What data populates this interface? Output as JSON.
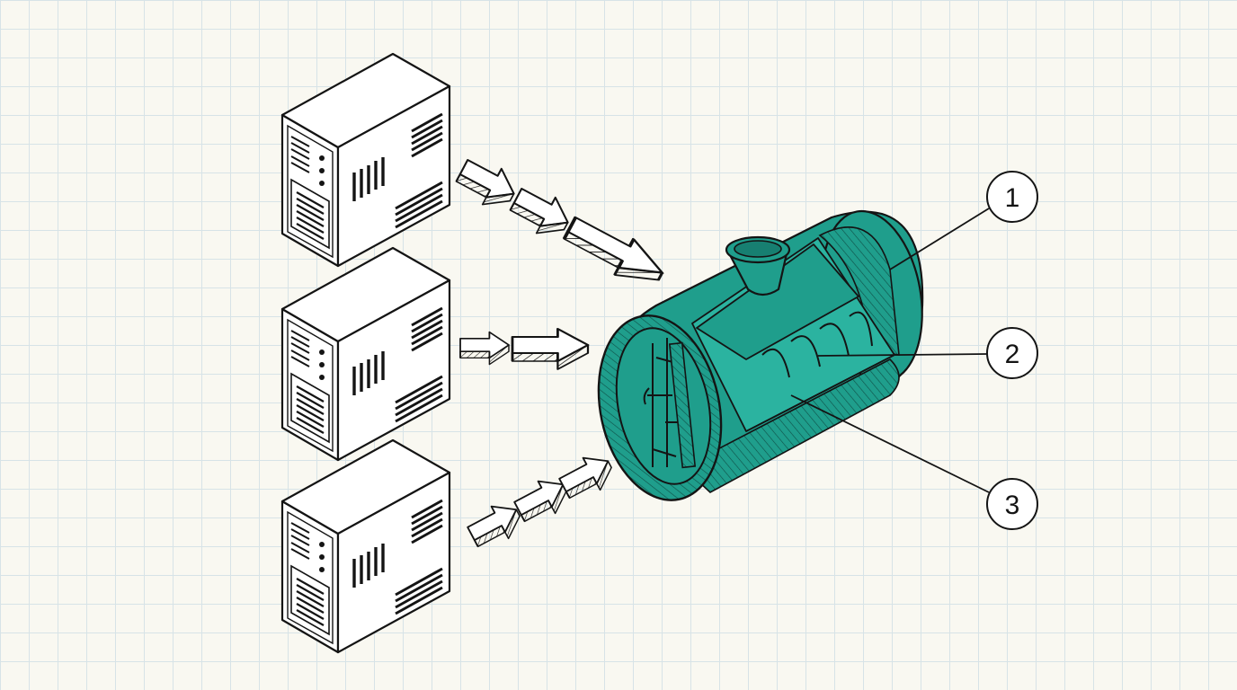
{
  "diagram": {
    "accent_color": "#1f9e8c",
    "line_color": "#141414",
    "paper_color": "#f9f8f1",
    "grid_color": "#d7e3e7",
    "servers": [
      {
        "icon": "server-tower-icon"
      },
      {
        "icon": "server-tower-icon"
      },
      {
        "icon": "server-tower-icon"
      }
    ],
    "flow_arrows": [
      {
        "icon": "arrow-right-icon",
        "segments": 3
      },
      {
        "icon": "arrow-right-icon",
        "segments": 2
      },
      {
        "icon": "arrow-right-icon",
        "segments": 3
      }
    ],
    "tank": {
      "icon": "cutaway-cylinder-tank-icon"
    },
    "callouts": [
      {
        "label": "1"
      },
      {
        "label": "2"
      },
      {
        "label": "3"
      }
    ]
  }
}
